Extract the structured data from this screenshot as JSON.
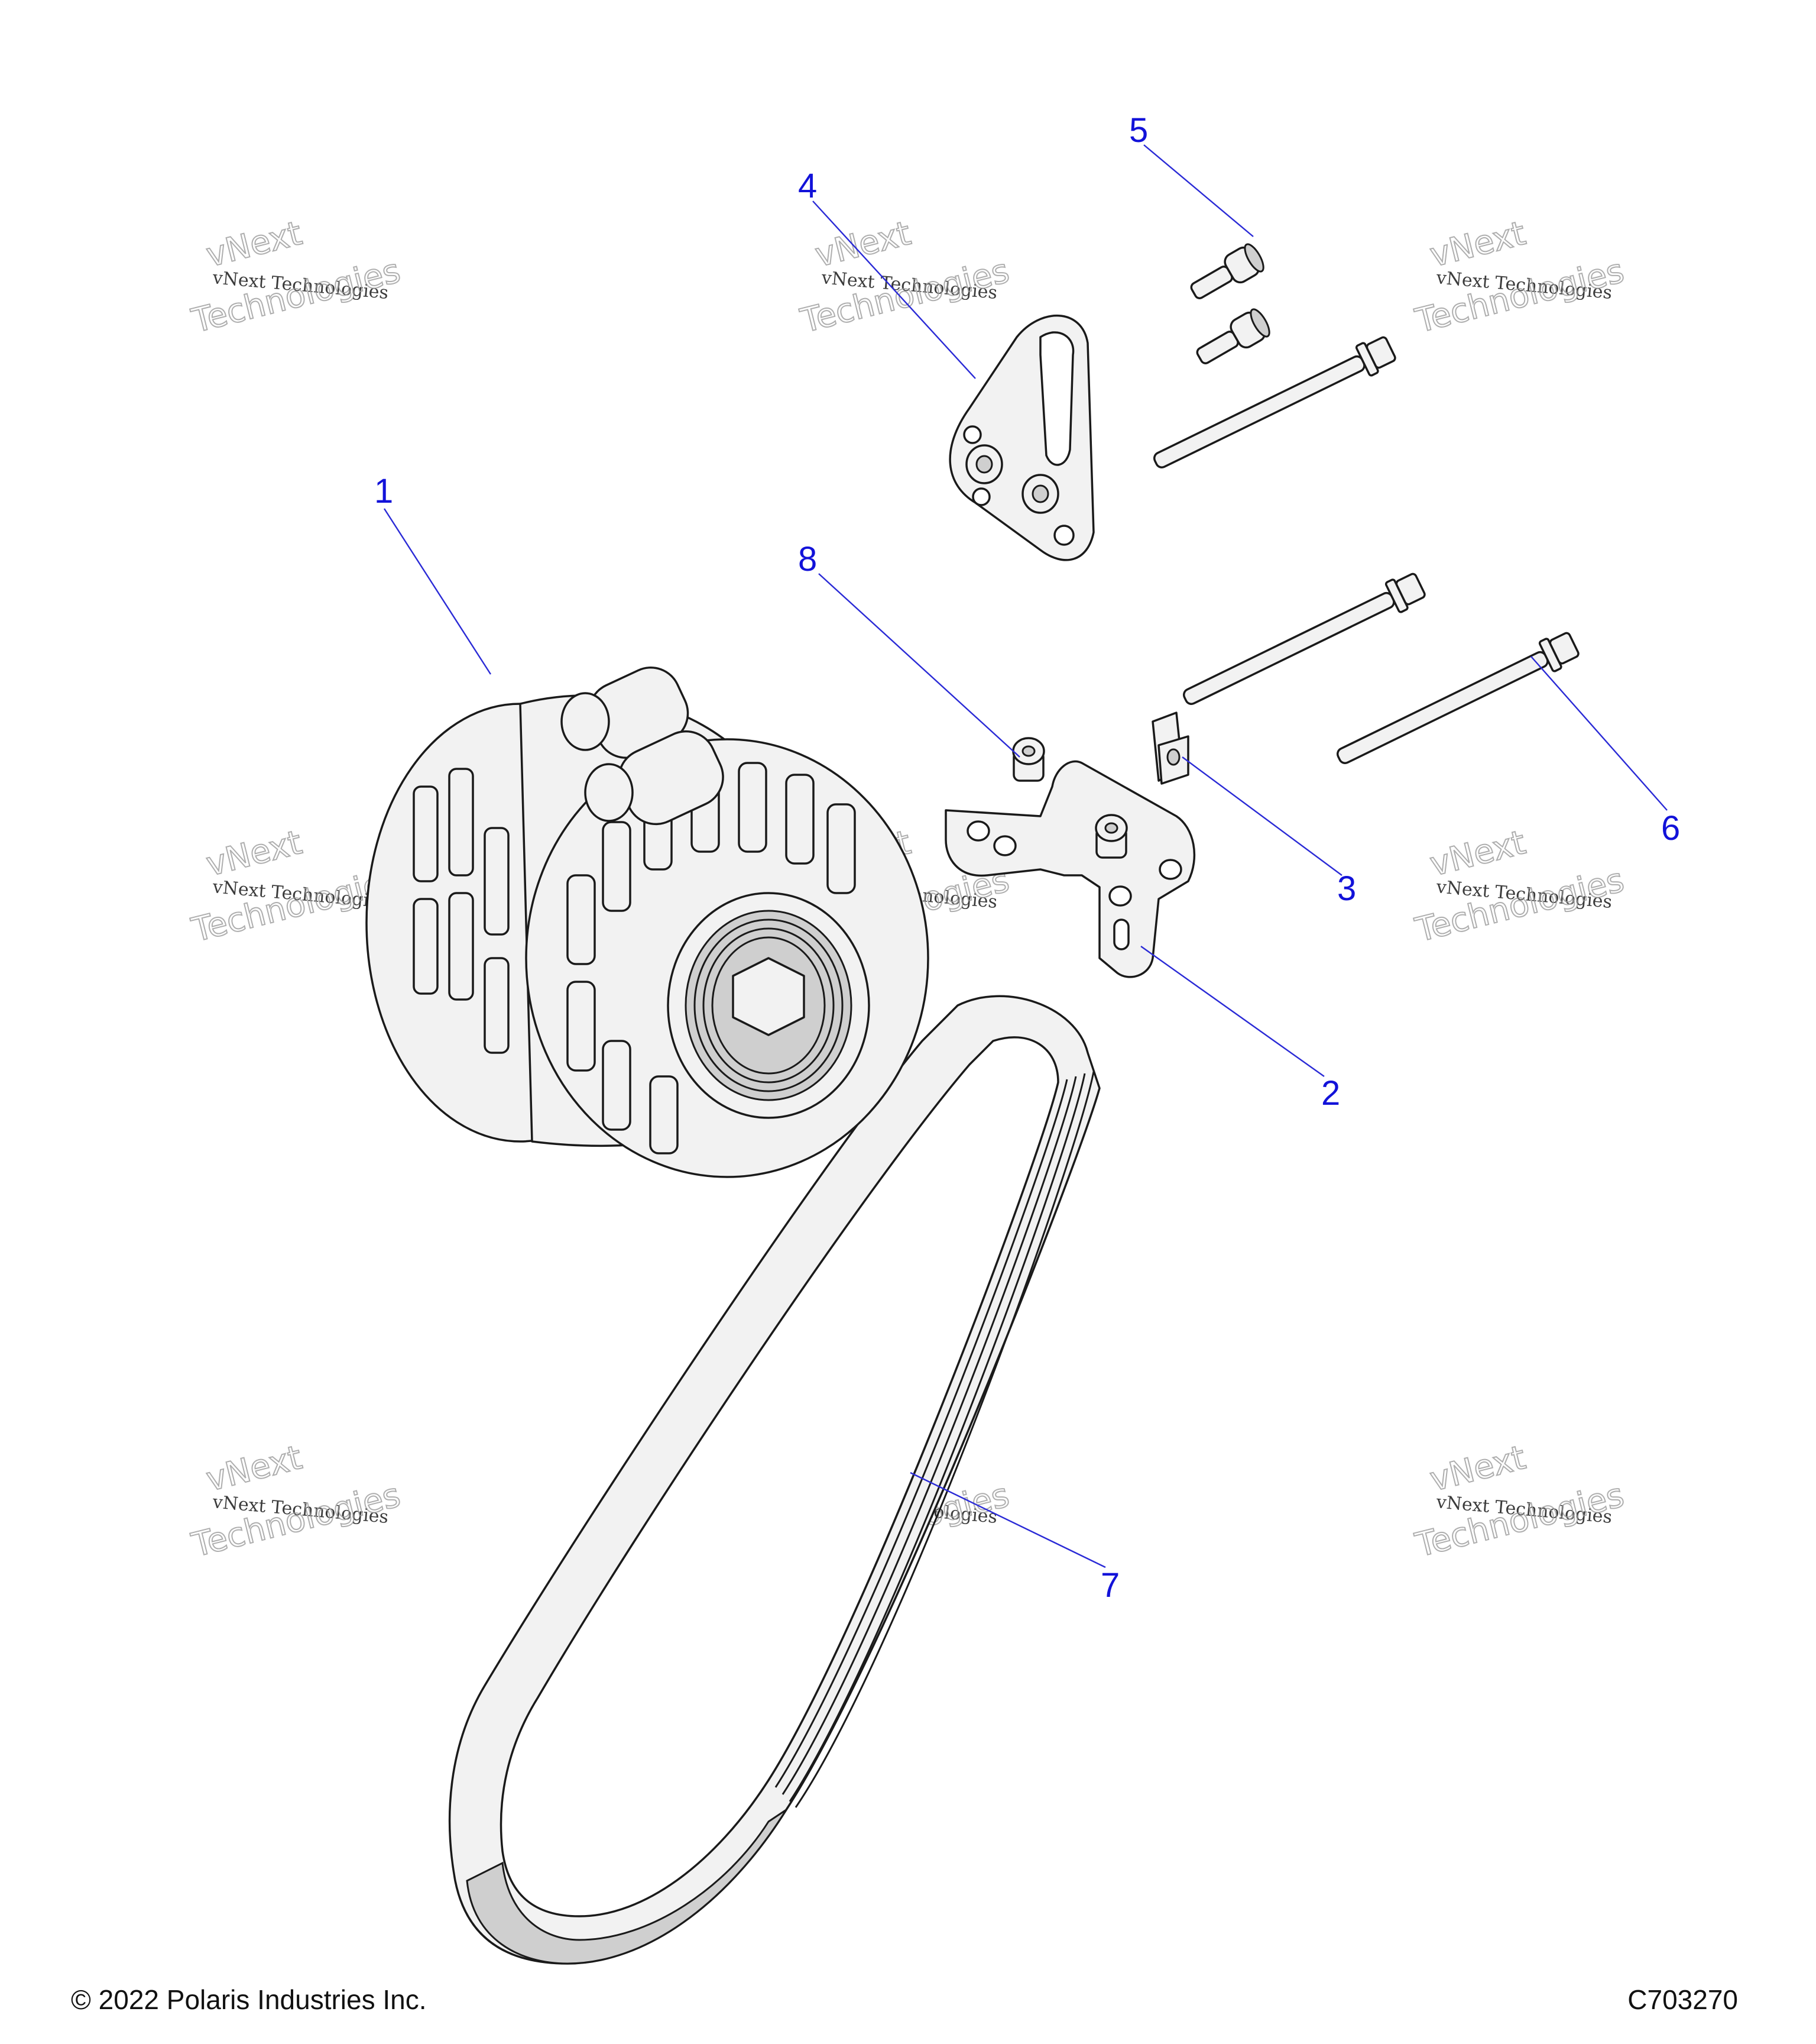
{
  "callouts": [
    {
      "id": "1",
      "part": "alternator"
    },
    {
      "id": "2",
      "part": "lower-bracket"
    },
    {
      "id": "3",
      "part": "clip-nut"
    },
    {
      "id": "4",
      "part": "upper-bracket"
    },
    {
      "id": "5",
      "part": "short-bolts"
    },
    {
      "id": "6",
      "part": "long-bolts"
    },
    {
      "id": "7",
      "part": "drive-belt"
    },
    {
      "id": "8",
      "part": "bracket-stud"
    }
  ],
  "watermark": {
    "line1": "vNext Technologies",
    "big_top": "vNext",
    "big_bottom": "Technologies"
  },
  "footer": {
    "copyright": "© 2022 Polaris Industries Inc.",
    "drawing_number": "C703270"
  }
}
